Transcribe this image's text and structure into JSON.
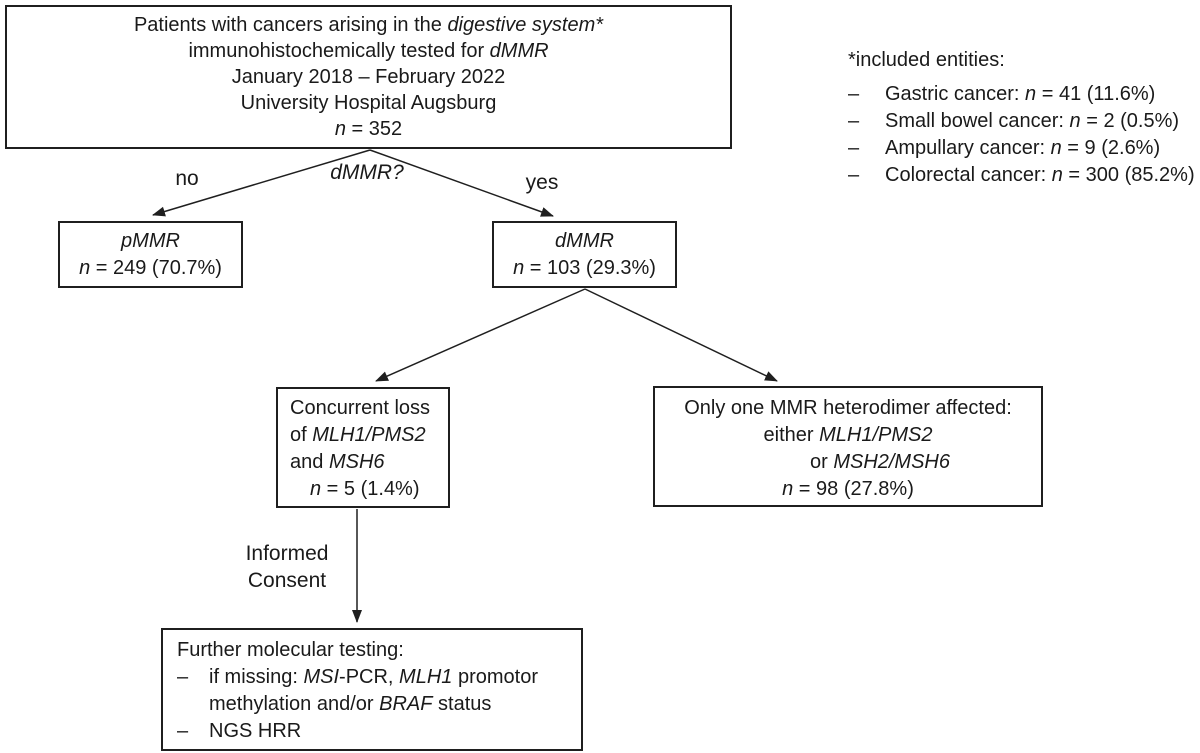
{
  "colors": {
    "ink": "#1a1a1a",
    "border": "#1f1f1f",
    "background": "#ffffff"
  },
  "dash": "–",
  "top_box": {
    "lines": [
      [
        {
          "t": "Patients with cancers arising in the "
        },
        {
          "t": "digestive system*",
          "i": true
        }
      ],
      [
        {
          "t": "immunohistochemically tested for "
        },
        {
          "t": "dMMR",
          "i": true
        }
      ],
      [
        {
          "t": "January 2018 – February 2022"
        }
      ],
      [
        {
          "t": "University Hospital Augsburg"
        }
      ],
      [
        {
          "t": "n",
          "i": true
        },
        {
          "t": " = 352"
        }
      ]
    ]
  },
  "entities": {
    "title": "*included entities:",
    "items": [
      [
        {
          "t": "Gastric cancer: "
        },
        {
          "t": "n",
          "i": true
        },
        {
          "t": " = 41 (11.6%)"
        }
      ],
      [
        {
          "t": "Small bowel cancer: "
        },
        {
          "t": "n",
          "i": true
        },
        {
          "t": " = 2 (0.5%)"
        }
      ],
      [
        {
          "t": "Ampullary cancer: "
        },
        {
          "t": "n",
          "i": true
        },
        {
          "t": " = 9 (2.6%)"
        }
      ],
      [
        {
          "t": "Colorectal cancer: "
        },
        {
          "t": "n",
          "i": true
        },
        {
          "t": " = 300 (85.2%)"
        }
      ]
    ]
  },
  "labels": {
    "no": "no",
    "question": [
      {
        "t": "dMMR?",
        "i": true
      }
    ],
    "yes": "yes",
    "consent_top": "Informed",
    "consent_bottom": "Consent"
  },
  "pmmr": {
    "lines": [
      [
        {
          "t": "pMMR",
          "i": true
        }
      ],
      [
        {
          "t": "n",
          "i": true
        },
        {
          "t": " = 249 (70.7%)"
        }
      ]
    ]
  },
  "dmmr": {
    "lines": [
      [
        {
          "t": "dMMR",
          "i": true
        }
      ],
      [
        {
          "t": "n",
          "i": true
        },
        {
          "t": " = 103 (29.3%)"
        }
      ]
    ]
  },
  "concurrent": {
    "lines": [
      [
        {
          "t": "Concurrent loss"
        }
      ],
      [
        {
          "t": "of "
        },
        {
          "t": "MLH1/PMS2",
          "i": true
        }
      ],
      [
        {
          "t": "and "
        },
        {
          "t": "MSH6",
          "i": true
        }
      ],
      [
        {
          "t": "n",
          "i": true
        },
        {
          "t": " = 5 (1.4%)"
        }
      ]
    ]
  },
  "single": {
    "lines": [
      [
        {
          "t": "Only one MMR heterodimer affected:"
        }
      ],
      [
        {
          "t": "either "
        },
        {
          "t": "MLH1/PMS2",
          "i": true
        }
      ],
      [
        {
          "t": "or  "
        },
        {
          "t": "MSH2/MSH6",
          "i": true
        }
      ],
      [
        {
          "t": "n",
          "i": true
        },
        {
          "t": " = 98 (27.8%)"
        }
      ]
    ]
  },
  "further": {
    "heading": [
      {
        "t": "Further molecular testing:"
      }
    ],
    "bullets": [
      {
        "lines": [
          [
            {
              "t": "if missing: "
            },
            {
              "t": "MSI",
              "i": true
            },
            {
              "t": "-PCR, "
            },
            {
              "t": "MLH1",
              "i": true
            },
            {
              "t": " promotor"
            }
          ],
          [
            {
              "t": "methylation and/or "
            },
            {
              "t": "BRAF",
              "i": true
            },
            {
              "t": " status"
            }
          ]
        ]
      },
      {
        "lines": [
          [
            {
              "t": "NGS HRR"
            }
          ]
        ]
      }
    ]
  }
}
